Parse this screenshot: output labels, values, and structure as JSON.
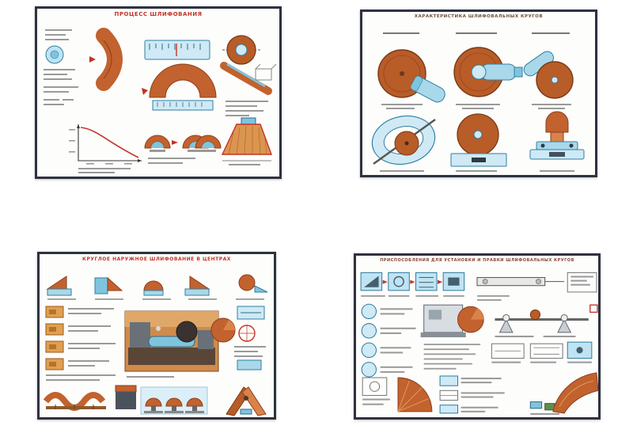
{
  "page": {
    "description": "Catalog sheet with four technical training posters about grinding wheels and grinding operations",
    "background": "#ffffff"
  },
  "posters": [
    {
      "id": "grinding-process",
      "title": "ПРОЦЕСС ШЛИФОВАНИЯ"
    },
    {
      "id": "wheel-types",
      "title": "ХАРАКТЕРИСТИКА ШЛИФОВАЛЬНЫХ КРУГОВ"
    },
    {
      "id": "external-grinding",
      "title": "КРУГЛОЕ НАРУЖНОЕ ШЛИФОВАНИЕ В ЦЕНТРАХ"
    },
    {
      "id": "dressing-devices",
      "title": "ПРИСПОСОБЛЕНИЯ ДЛЯ УСТАНОВКИ И ПРАВКИ ШЛИФОВАЛЬНЫХ КРУГОВ"
    }
  ],
  "colors": {
    "poster_border": "#2e3240",
    "orange": "#c2622e",
    "orange_dark": "#8f3d1a",
    "orange_light": "#d9824a",
    "blue_light": "#cfe9f5",
    "blue": "#7fc4de",
    "blue_dark": "#2e7fa3",
    "red_accent": "#c23327",
    "caption_gray": "#9a9a9a"
  }
}
